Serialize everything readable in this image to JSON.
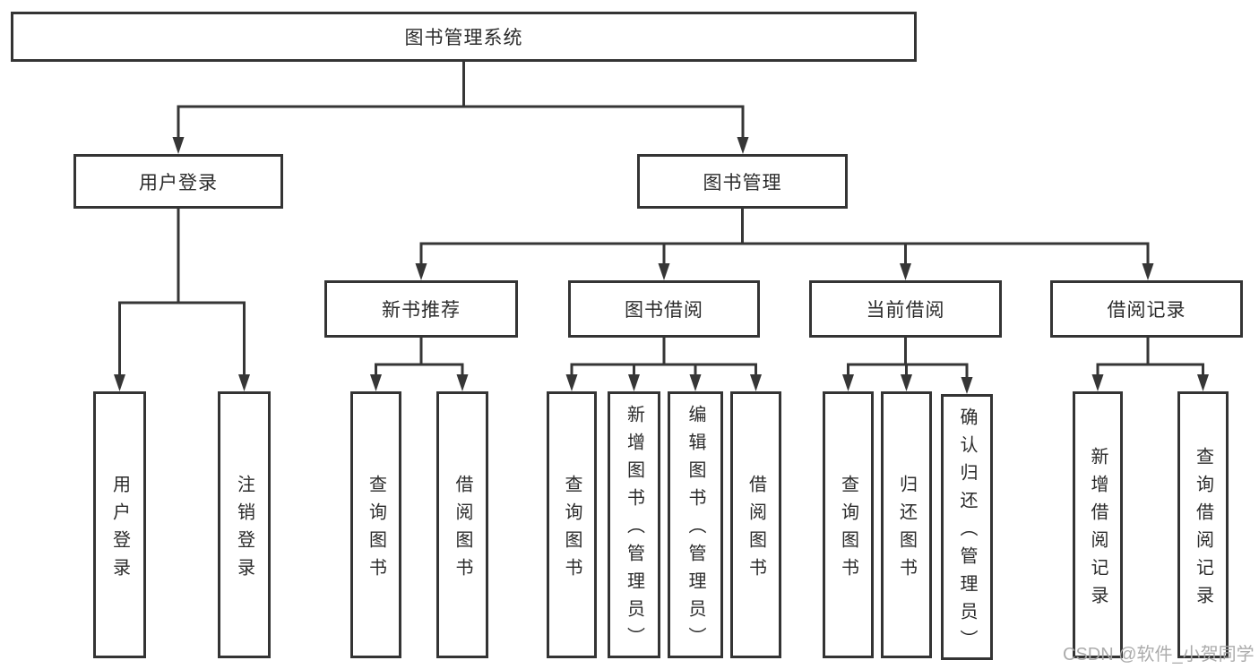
{
  "tree": {
    "label": "图书管理系统",
    "children": [
      {
        "label": "用户登录",
        "children": [
          {
            "label": "用户登录"
          },
          {
            "label": "注销登录"
          }
        ]
      },
      {
        "label": "图书管理",
        "children": [
          {
            "label": "新书推荐",
            "children": [
              {
                "label": "查询图书"
              },
              {
                "label": "借阅图书"
              }
            ]
          },
          {
            "label": "图书借阅",
            "children": [
              {
                "label": "查询图书"
              },
              {
                "label": "新增图书（管理员）"
              },
              {
                "label": "编辑图书（管理员）"
              },
              {
                "label": "借阅图书"
              }
            ]
          },
          {
            "label": "当前借阅",
            "children": [
              {
                "label": "查询图书"
              },
              {
                "label": "归还图书"
              },
              {
                "label": "确认归还（管理员）"
              }
            ]
          },
          {
            "label": "借阅记录",
            "children": [
              {
                "label": "新增借阅记录"
              },
              {
                "label": "查询借阅记录"
              }
            ]
          }
        ]
      }
    ]
  },
  "watermark": "CSDN @软件_小贺同学",
  "colors": {
    "line": "#363636",
    "border": "#343434",
    "text": "#2b2b2b",
    "watermark": "#a8a8a8"
  }
}
